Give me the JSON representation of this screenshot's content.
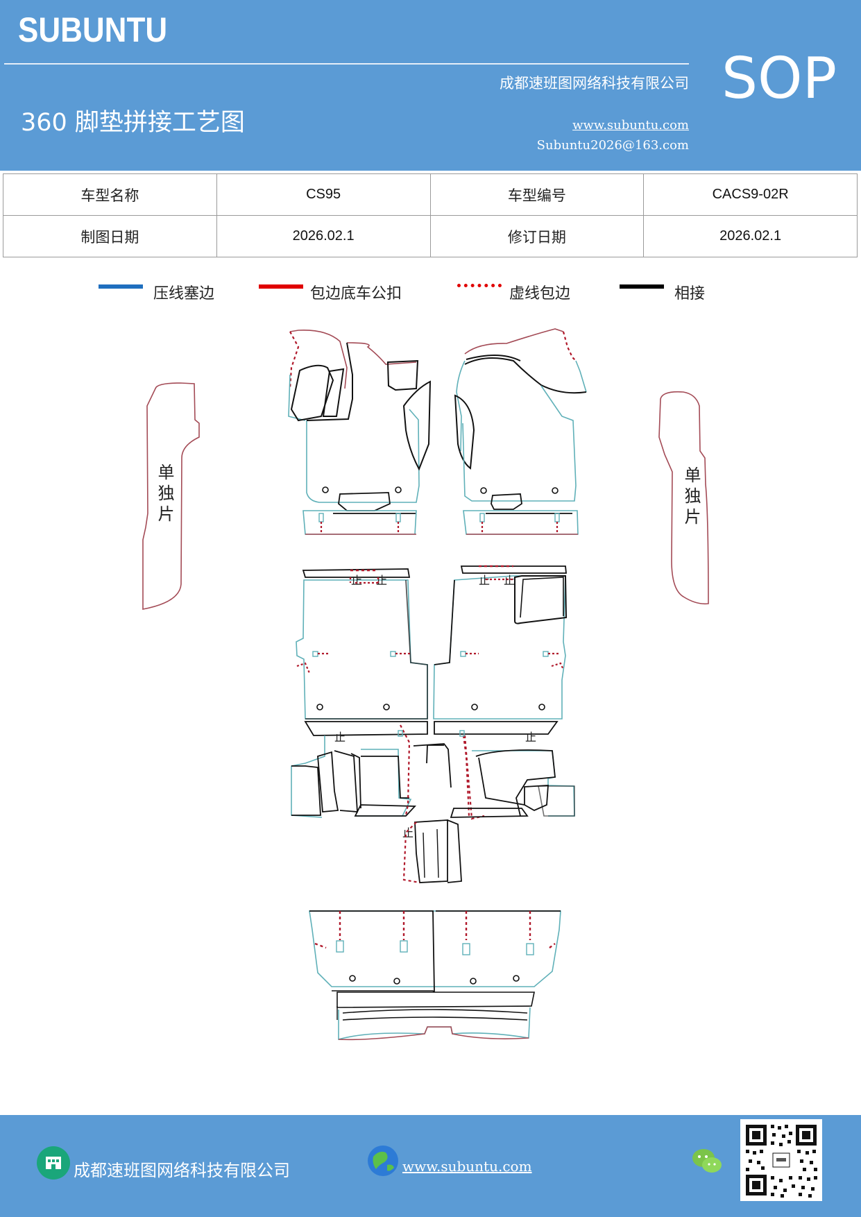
{
  "header": {
    "brand": "SUBUNTU",
    "company": "成都速班图网络科技有限公司",
    "title": "360 脚垫拼接工艺图",
    "website": "www.subuntu.com",
    "email": "Subuntu2026@163.com",
    "badge": "SOP"
  },
  "info_table": {
    "row1": {
      "label1": "车型名称",
      "value1": "CS95",
      "label2": "车型编号",
      "value2": "CACS9-02R"
    },
    "row2": {
      "label1": "制图日期",
      "value1": "2026.02.1",
      "label2": "修订日期",
      "value2": "2026.02.1"
    }
  },
  "legend": [
    {
      "label": "压线塞边",
      "color": "#1f6fbf",
      "style": "solid"
    },
    {
      "label": "包边底车公扣",
      "color": "#e00000",
      "style": "solid"
    },
    {
      "label": "虚线包边",
      "color": "#e00000",
      "style": "dotted"
    },
    {
      "label": "相接",
      "color": "#000000",
      "style": "solid"
    }
  ],
  "diagram": {
    "left_piece_label": "单独片",
    "right_piece_label": "单独片",
    "stitch_mark": "止",
    "colors": {
      "press_edge": "#5fb0b8",
      "binding": "#a34a55",
      "dashed": "#b0182a",
      "joint": "#111111"
    }
  },
  "footer": {
    "company": "成都速班图网络科技有限公司",
    "website": "www.subuntu.com",
    "company_icon": "building-icon",
    "website_icon": "globe-icon",
    "wechat_icon": "wechat-icon",
    "qr_code": "qr-code"
  }
}
